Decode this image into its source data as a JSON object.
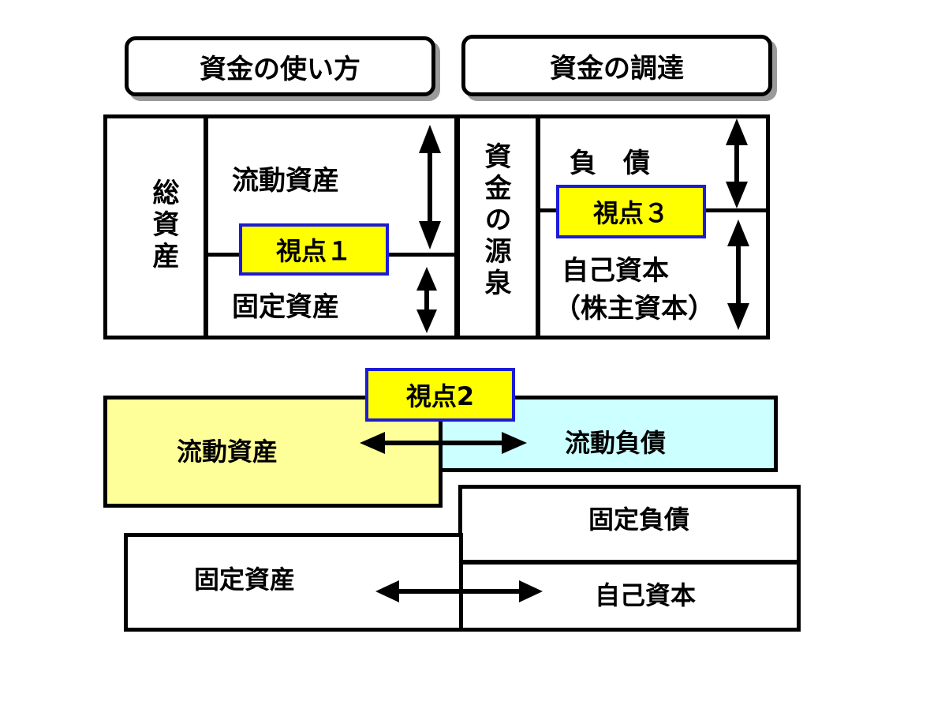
{
  "headers": {
    "uses_of_funds": "資金の使い方",
    "sources_of_funds": "資金の調達"
  },
  "top_left": {
    "total_assets": "総資産",
    "current_assets": "流動資産",
    "fixed_assets": "固定資産",
    "viewpoint": "視点１"
  },
  "top_right": {
    "source_of_funds": "資金の源泉",
    "liabilities": "負　債",
    "equity": "自己資本",
    "equity_note": "（株主資本）",
    "viewpoint": "視点３"
  },
  "bottom": {
    "viewpoint": "視点2",
    "current_assets": "流動資産",
    "current_liabilities": "流動負債",
    "fixed_liabilities": "固定負債",
    "fixed_assets": "固定資産",
    "equity": "自己資本"
  },
  "colors": {
    "viewpoint_fill": "#ffff00",
    "viewpoint_border": "#1c1cd6",
    "current_assets_fill": "#ffff99",
    "current_liabilities_fill": "#ccffff"
  }
}
